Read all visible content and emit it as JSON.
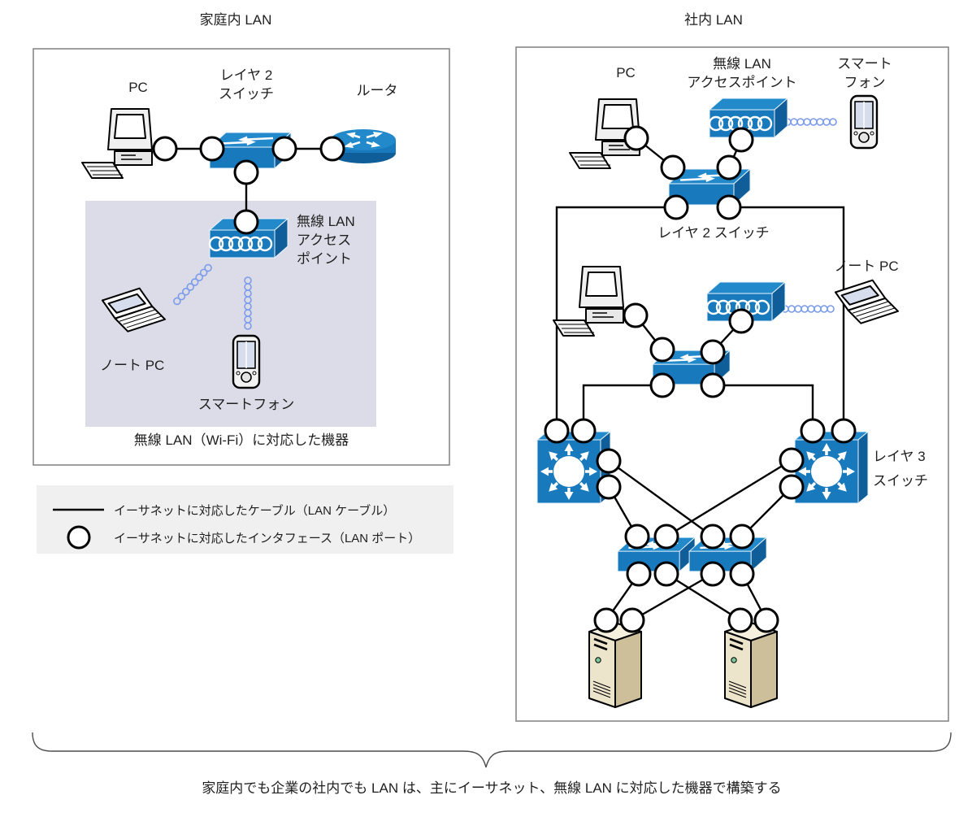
{
  "palette": {
    "device_blue_top": "#2289cb",
    "device_blue_front": "#187abd",
    "device_blue_side": "#0f5e99",
    "wifi_wave_blue": "#7b9ce8",
    "server_front": "#ece4cb",
    "server_side": "#cdbf9a",
    "server_top": "#f6f0de",
    "wifi_zone_bg": "#dcdce8",
    "legend_bg": "#f0f0f0",
    "cable_black": "#000000",
    "box_border_gray": "#888888"
  },
  "icons": {
    "desktop_pc": "desktop-pc-icon",
    "l2_switch": "l2-switch-icon",
    "l3_switch": "l3-switch-icon",
    "router": "router-icon",
    "access_point": "wireless-access-point-icon",
    "laptop": "laptop-icon",
    "smartphone": "smartphone-icon",
    "server": "server-icon",
    "lan_port": "lan-port-icon",
    "wireless_wave": "wireless-wave-icon"
  },
  "home_lan": {
    "title": "家庭内 LAN",
    "labels": {
      "pc": "PC",
      "l2_switch_line1": "レイヤ 2",
      "l2_switch_line2": "スイッチ",
      "router": "ルータ",
      "ap_line1": "無線 LAN",
      "ap_line2": "アクセス",
      "ap_line3": "ポイント",
      "note_pc": "ノート PC",
      "smartphone": "スマートフォン",
      "wifi_zone_caption": "無線 LAN（Wi-Fi）に対応した機器"
    }
  },
  "legend": {
    "cable_label": "イーサネットに対応したケーブル（LAN ケーブル）",
    "port_label": "イーサネットに対応したインタフェース（LAN ポート）"
  },
  "office_lan": {
    "title": "社内 LAN",
    "labels": {
      "pc": "PC",
      "ap_line1": "無線 LAN",
      "ap_line2": "アクセスポイント",
      "smartphone_line1": "スマート",
      "smartphone_line2": "フォン",
      "l2_switch": "レイヤ 2 スイッチ",
      "note_pc": "ノート PC",
      "l3_switch_line1": "レイヤ 3",
      "l3_switch_line2": "スイッチ"
    }
  },
  "caption": "家庭内でも企業の社内でも LAN は、主にイーサネット、無線 LAN に対応した機器で構築する"
}
